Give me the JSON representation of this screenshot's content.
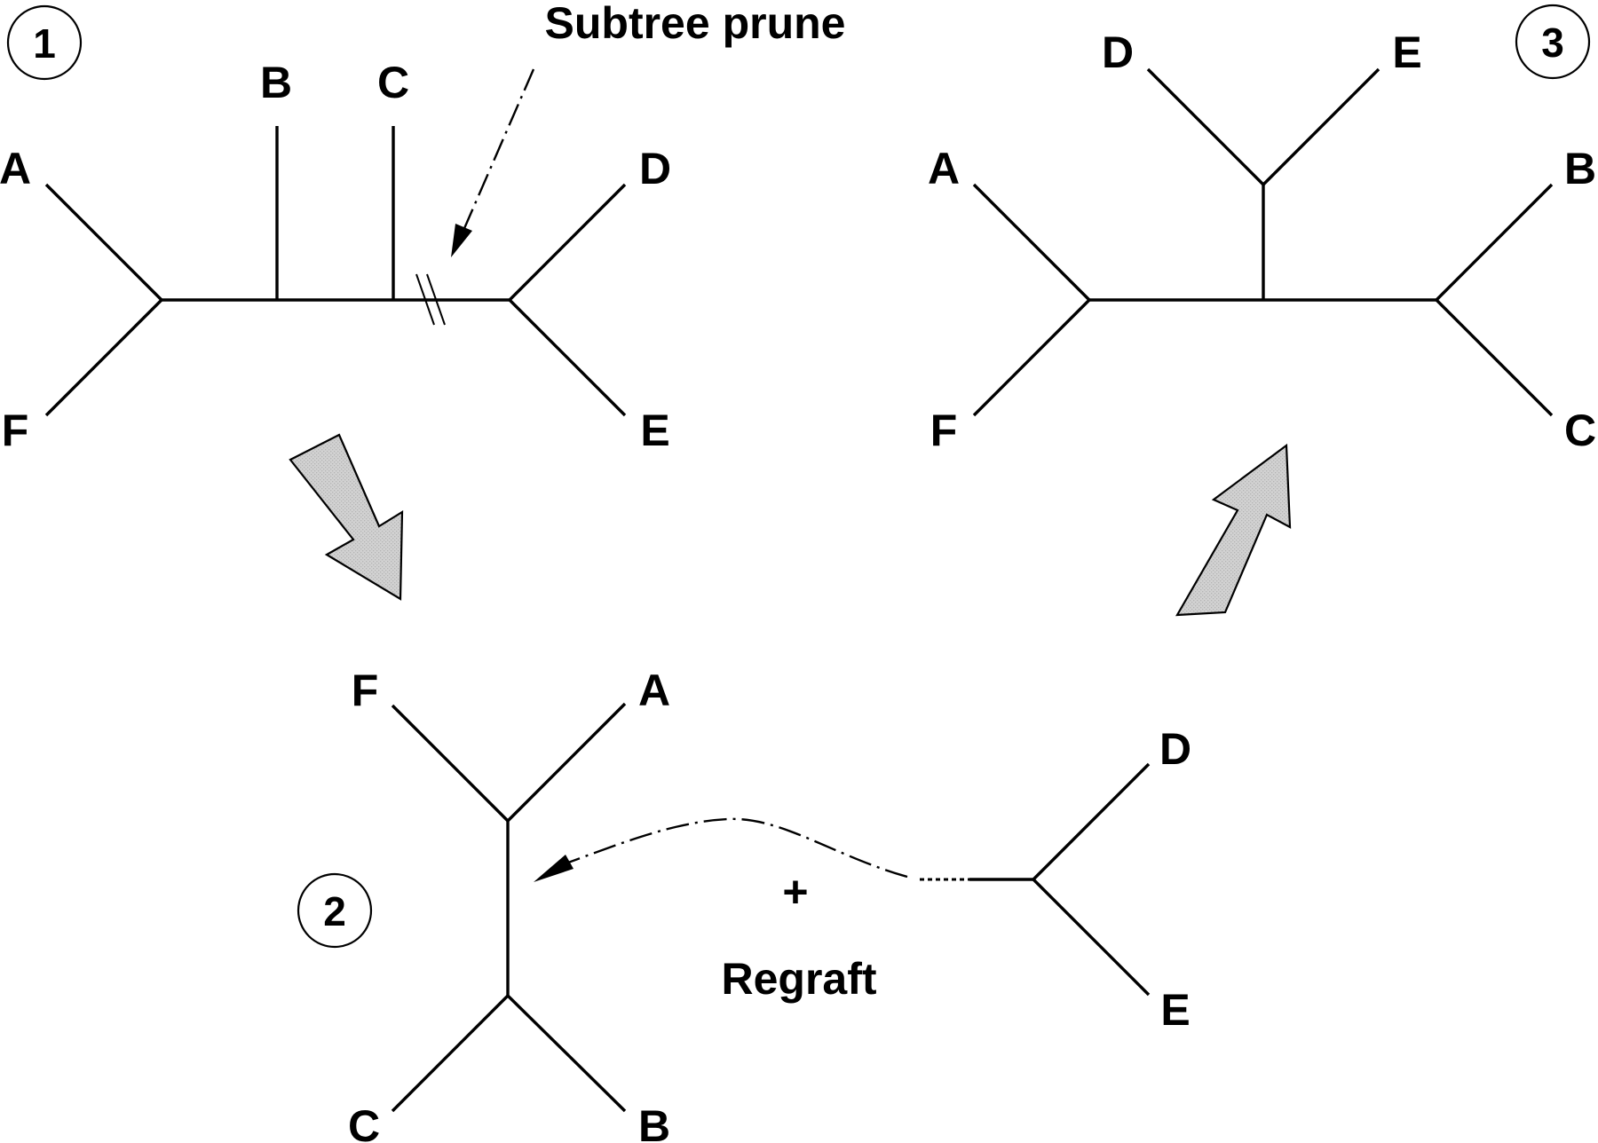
{
  "steps": {
    "one": "1",
    "two": "2",
    "three": "3"
  },
  "tree1": {
    "leaf_a": "A",
    "leaf_b": "B",
    "leaf_c": "C",
    "leaf_d": "D",
    "leaf_e": "E",
    "leaf_f": "F"
  },
  "tree2": {
    "leaf_f": "F",
    "leaf_a": "A",
    "leaf_c": "C",
    "leaf_b": "B"
  },
  "subtree": {
    "leaf_d": "D",
    "leaf_e": "E"
  },
  "tree3": {
    "leaf_a": "A",
    "leaf_b": "B",
    "leaf_c": "C",
    "leaf_d": "D",
    "leaf_e": "E",
    "leaf_f": "F"
  },
  "annotations": {
    "prune": "Subtree prune",
    "plus": "+",
    "regraft": "Regraft"
  },
  "colors": {
    "line": "#000000",
    "arrow_fill": "#cfcfcf",
    "background": "#ffffff"
  }
}
